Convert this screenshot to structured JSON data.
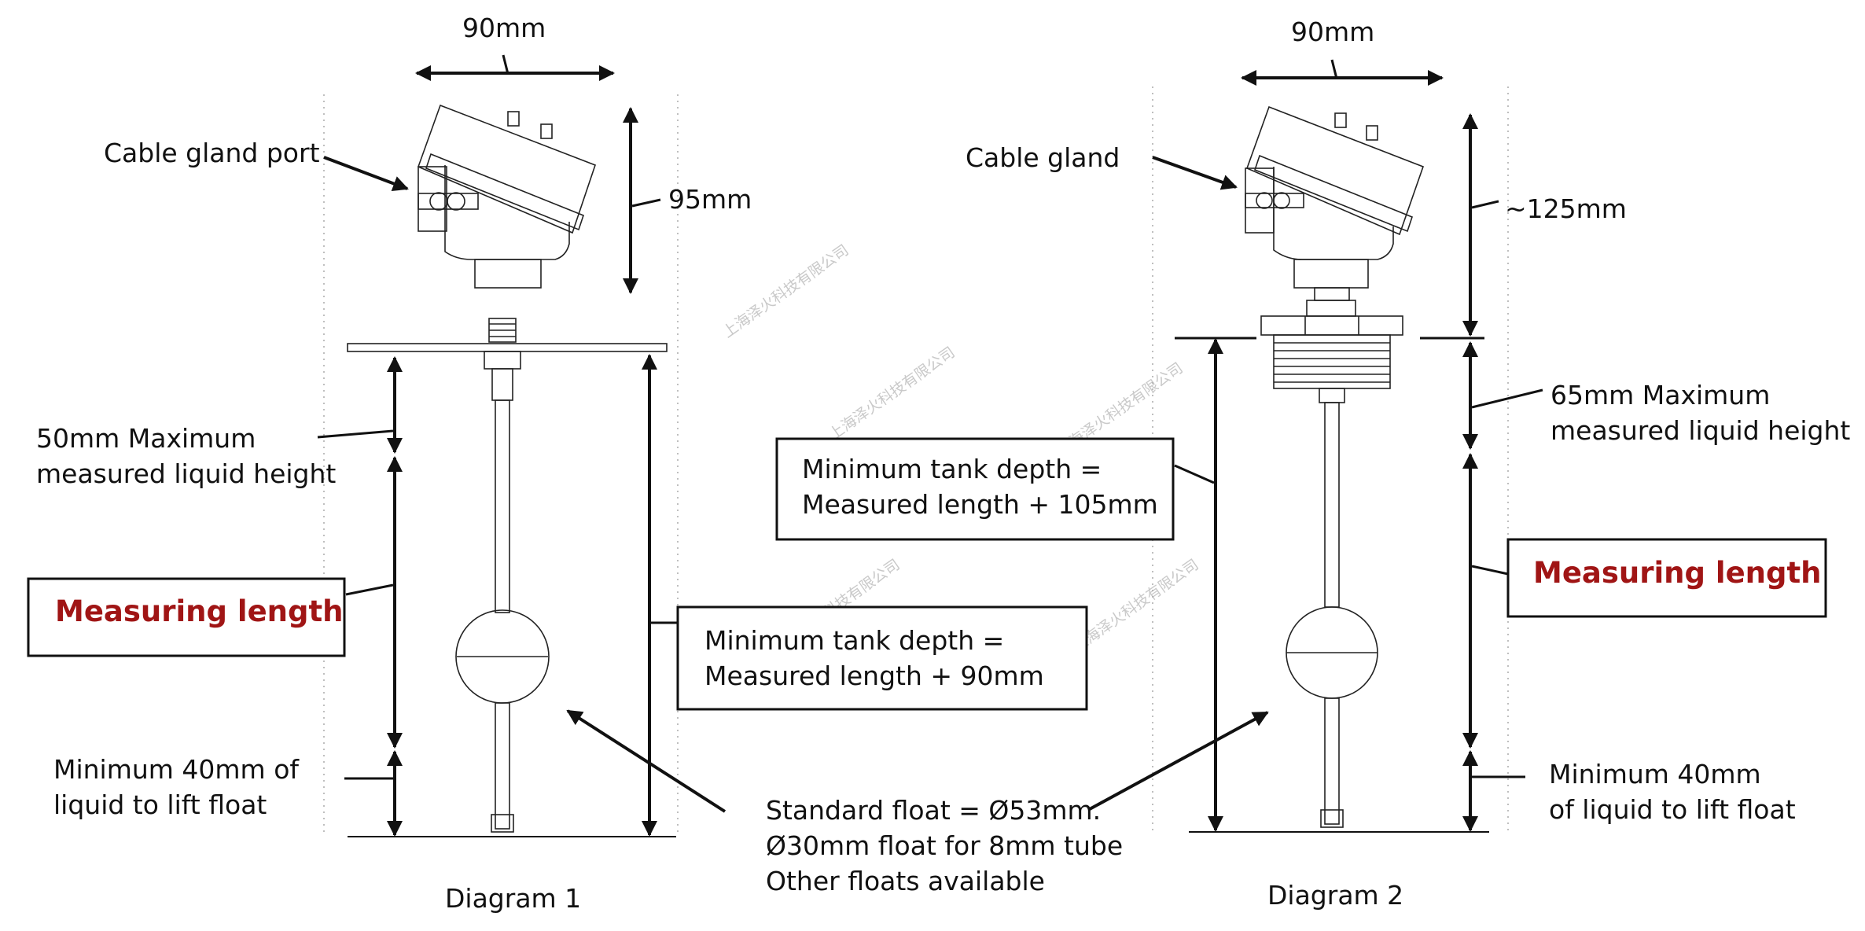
{
  "diagram1": {
    "caption": "Diagram 1",
    "width_dim": "90mm",
    "height_dim": "95mm",
    "cable_label": "Cable gland port",
    "max_height_lines": [
      "50mm Maximum",
      "measured liquid height"
    ],
    "measuring_length": "Measuring length",
    "tank_depth_lines": [
      "Minimum tank depth =",
      "Measured length + 90mm"
    ],
    "min_liquid_lines": [
      "Minimum 40mm of",
      "liquid to lift float"
    ]
  },
  "diagram2": {
    "caption": "Diagram 2",
    "width_dim": "90mm",
    "height_dim": "~125mm",
    "cable_label": "Cable gland",
    "max_height_lines": [
      "65mm Maximum",
      "measured liquid height"
    ],
    "measuring_length": "Measuring length",
    "tank_depth_lines": [
      "Minimum tank depth =",
      "Measured length + 105mm"
    ],
    "min_liquid_lines": [
      "Minimum 40mm",
      "of liquid to lift float"
    ]
  },
  "float_note_lines": [
    "Standard float = Ø53mm.",
    "Ø30mm float for 8mm tube",
    "Other floats available"
  ],
  "watermark": "上海泽火科技有限公司",
  "colors": {
    "accent_red": "#a01515",
    "line": "#111111"
  }
}
